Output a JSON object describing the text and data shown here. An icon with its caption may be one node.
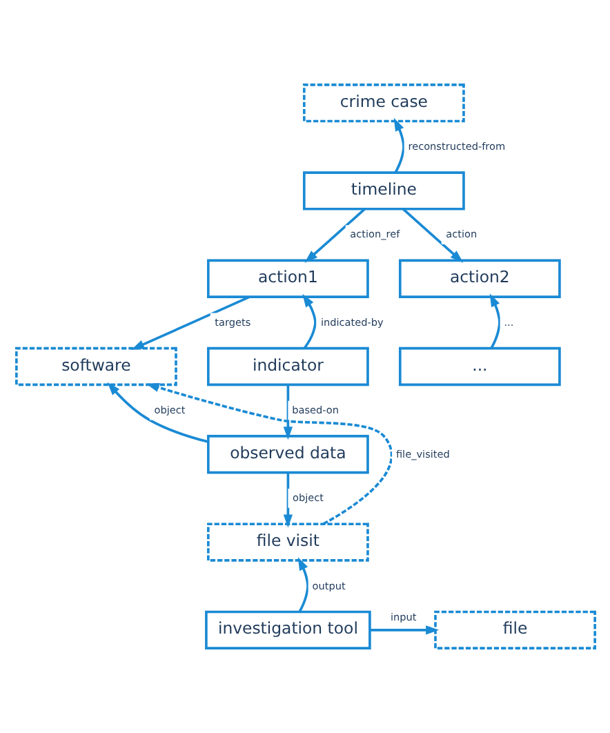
{
  "diagram": {
    "nodes": [
      {
        "text": [
          "crime case"
        ]
      },
      {
        "text": [
          "timeline"
        ]
      },
      {
        "text": [
          "action1"
        ]
      },
      {
        "text": [
          "action2"
        ]
      },
      {
        "text": [
          "software"
        ]
      },
      {
        "text": [
          "indicator"
        ]
      },
      {
        "text": [
          "..."
        ]
      },
      {
        "text": [
          "observed data"
        ]
      },
      {
        "text": [
          "file visit"
        ]
      },
      {
        "text": [
          "investigation tool"
        ]
      },
      {
        "text": [
          "file"
        ]
      }
    ],
    "edges": [
      {
        "from": 1,
        "to": 0,
        "arrow": "to",
        "label": "reconstructed-from"
      },
      {
        "from": 1,
        "to": 2,
        "arrow": "to",
        "label": "action_ref"
      },
      {
        "from": 1,
        "to": 3,
        "arrow": "to",
        "label": "action"
      },
      {
        "from": 6,
        "to": 3,
        "arrow": "to",
        "label": "..."
      },
      {
        "from": 2,
        "to": 4,
        "arrow": "to",
        "label": "targets"
      },
      {
        "from": 5,
        "to": 2,
        "arrow": "to",
        "label": "indicated-by"
      },
      {
        "from": 5,
        "to": 7,
        "arrow": "to",
        "label": "based-on"
      },
      {
        "from": 7,
        "to": 4,
        "arrow": "to",
        "label": "object"
      },
      {
        "from": 7,
        "to": 8,
        "arrow": "to",
        "label": "object"
      },
      {
        "from": 8,
        "to": 4,
        "arrow": "to",
        "label": "file_visited",
        "style": "dashed"
      },
      {
        "from": 9,
        "to": 8,
        "arrow": "to",
        "label": "output"
      },
      {
        "from": 9,
        "to": 10,
        "arrow": "to",
        "label": "input"
      }
    ]
  }
}
